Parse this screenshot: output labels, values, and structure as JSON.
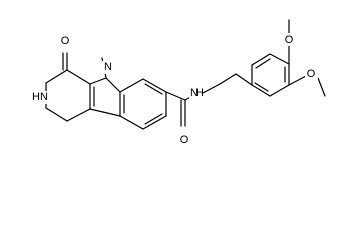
{
  "structure": {
    "atom_labels": {
      "ketone_oxygen": "O",
      "lactam_nh": "HN",
      "indole_n": "N",
      "amide_nh": "N",
      "amide_h": "H",
      "amide_oxygen": "O",
      "methoxy_o_upper": "O",
      "methoxy_o_lower": "O"
    }
  },
  "colors": {
    "bond": "#000000",
    "label": "#000000",
    "background": "#ffffff"
  }
}
